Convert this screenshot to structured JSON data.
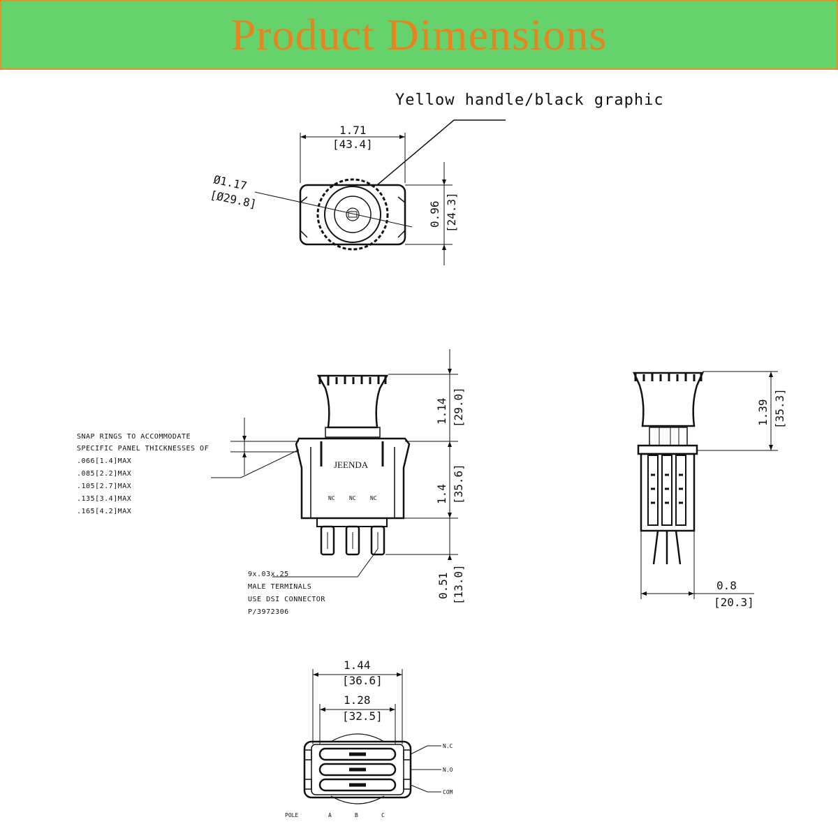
{
  "banner": {
    "title": "Product Dimensions",
    "bg_color": "#66d26b",
    "text_color": "#e8841f",
    "border_color": "#e8902b"
  },
  "top_view": {
    "callout": "Yellow handle/black graphic",
    "width_in": "1.71",
    "width_mm": "[43.4]",
    "dia_in": "Ø1.17",
    "dia_mm": "[Ø29.8]",
    "height_in": "0.96",
    "height_mm": "[24.3]"
  },
  "front_view": {
    "snap_note": [
      "SNAP RINGS TO ACCOMMODATE",
      "SPECIFIC PANEL THICKNESSES OF",
      ".066[1.4]MAX",
      ".085[2.2]MAX",
      ".105[2.7]MAX",
      ".135[3.4]MAX",
      ".165[4.2]MAX"
    ],
    "brand": "JEENDA",
    "nc_labels": [
      "NC",
      "NC",
      "NC"
    ],
    "handle_in": "1.14",
    "handle_mm": "[29.0]",
    "body_in": "1.4",
    "body_mm": "[35.6]",
    "terminal_in": "0.51",
    "terminal_mm": "[13.0]",
    "terminal_note": [
      "9x.03x.25",
      "MALE TERMINALS",
      "USE DSI CONNECTOR",
      "P/3972306"
    ]
  },
  "side_view": {
    "height_in": "1.39",
    "height_mm": "[35.3]",
    "width_in": "0.8",
    "width_mm": "[20.3]"
  },
  "bottom_view": {
    "outer_in": "1.44",
    "outer_mm": "[36.6]",
    "inner_in": "1.28",
    "inner_mm": "[32.5]",
    "row_labels": [
      "N.C",
      "N.O",
      "COM"
    ],
    "pole_label": "POLE",
    "col_labels": [
      "A",
      "B",
      "C"
    ]
  }
}
